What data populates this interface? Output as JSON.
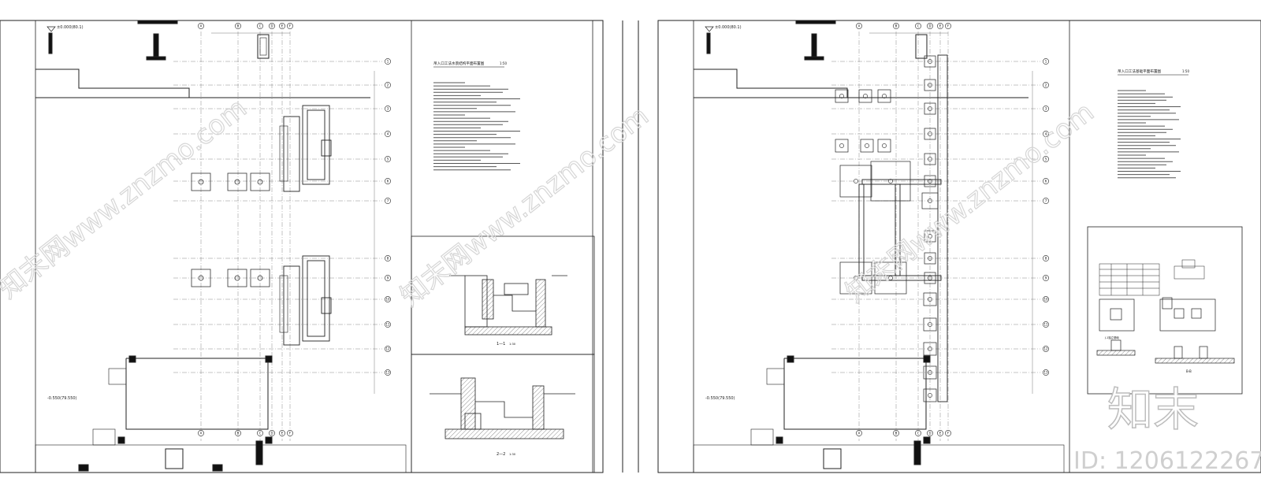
{
  "sheets": [
    {
      "id": "left",
      "title": "吊入口工法水景结构平面布置图",
      "title_scale": "1:50",
      "level_top": "±0.000(80.1)",
      "level_bottom": "-0.550(79.550)",
      "section_1": "1—1",
      "section_1_scale": "1:30",
      "section_2": "2—2",
      "section_2_scale": "1:30"
    },
    {
      "id": "right",
      "title": "吊入口工法基础平面布置图",
      "title_scale": "1:50",
      "level_top": "±0.000(80.1)",
      "level_bottom": "-0.550(79.550)",
      "detail_label_1": "J-1独立基础",
      "detail_label_2": "B-B"
    }
  ],
  "axis_letters": [
    "A",
    "B",
    "C",
    "D",
    "E",
    "F"
  ],
  "axis_numbers": [
    "1",
    "2",
    "3",
    "4",
    "5",
    "6",
    "7",
    "8",
    "9",
    "10",
    "11",
    "12",
    "13"
  ],
  "watermark": "知末网www.znzmo.com",
  "brand": "知末",
  "id_label": "ID: 1206122267",
  "colors": {
    "line": "#1a1a1a",
    "light": "#9a9a9a",
    "watermark": "#d0d0d0",
    "brand": "#cfcfcf"
  }
}
